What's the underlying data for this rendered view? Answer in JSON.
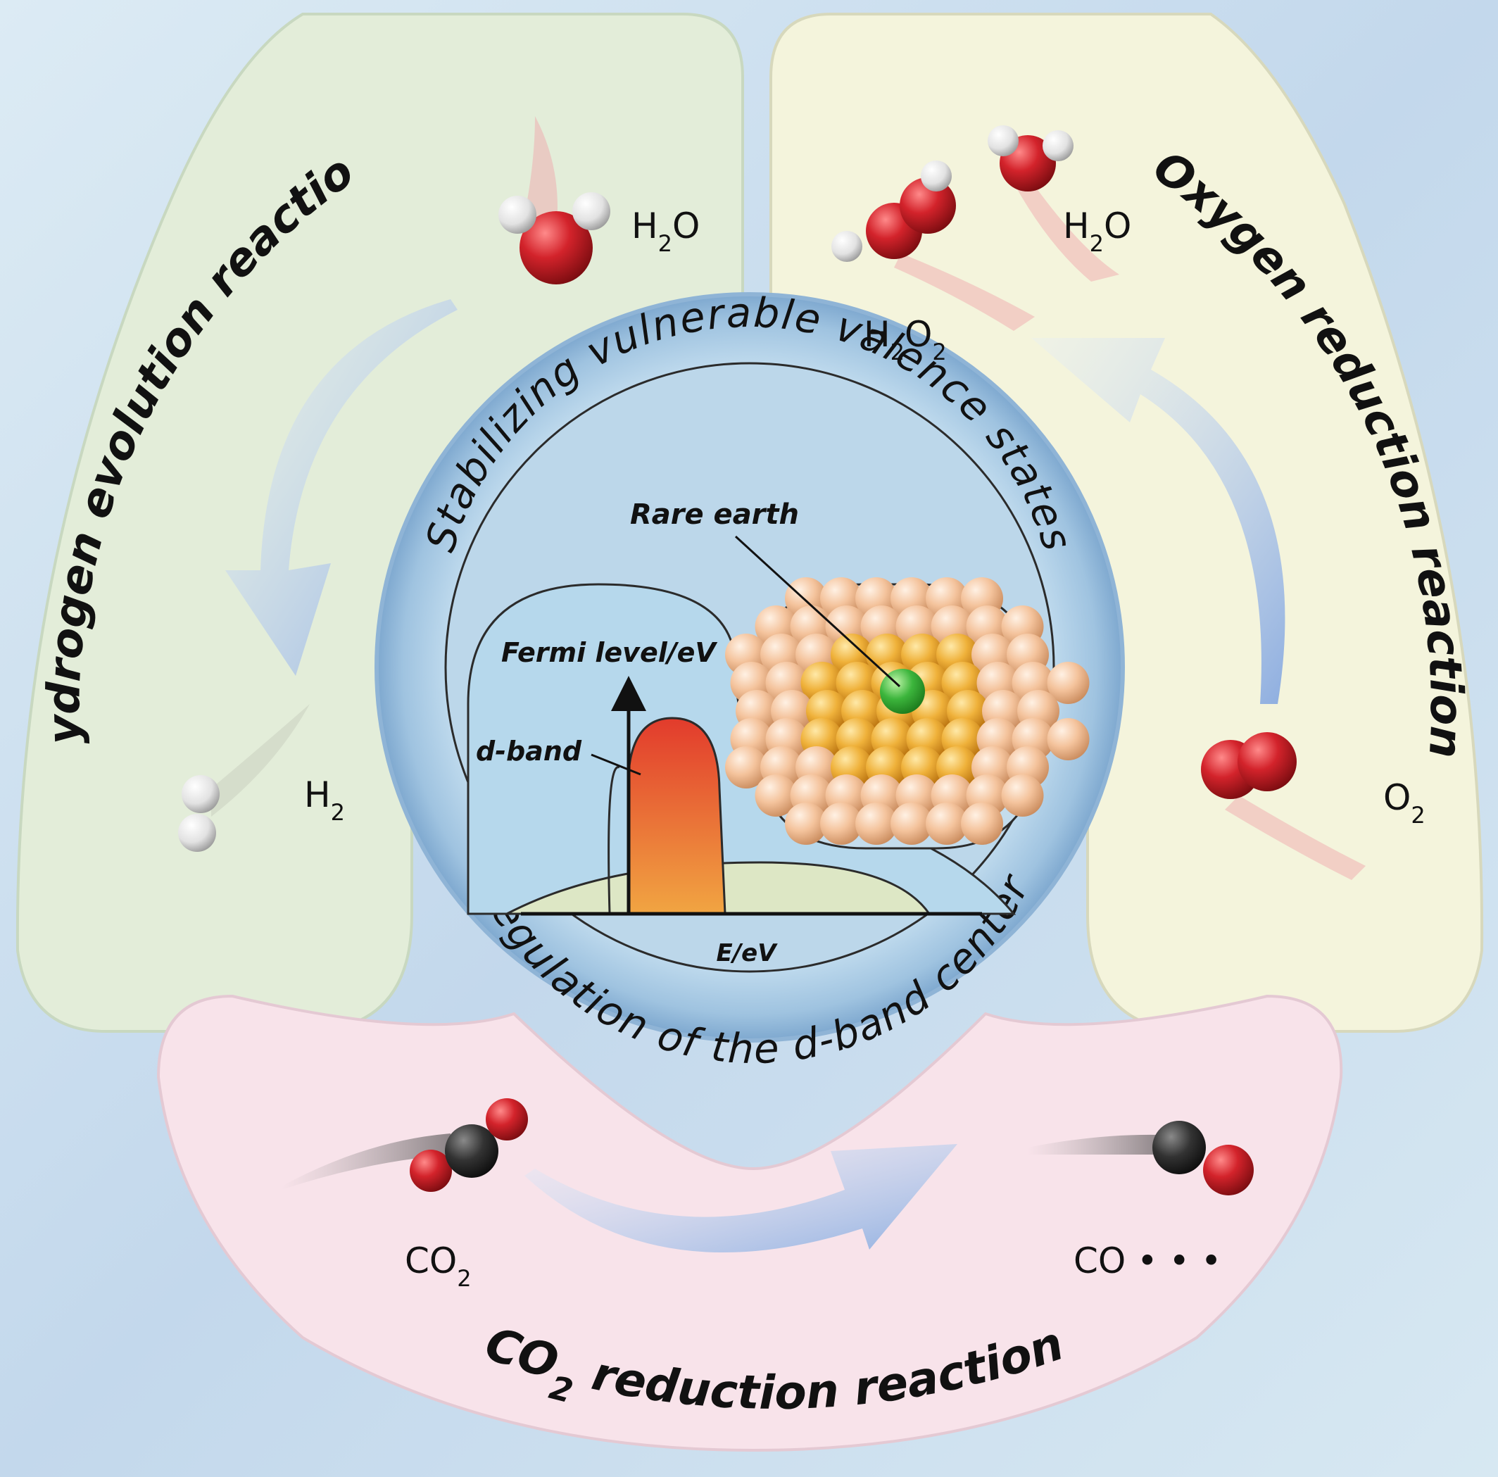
{
  "sections": {
    "her": {
      "title": "Hydrogen evolution reaction",
      "reactant_label": "H",
      "reactant_sub": "2",
      "reactant_tail": "O",
      "product_label": "H",
      "product_sub": "2"
    },
    "orr": {
      "title": "Oxygen reduction reaction",
      "water_label": "H",
      "water_sub": "2",
      "water_tail": "O",
      "peroxide_label": "H",
      "peroxide_sub1": "2",
      "peroxide_mid": "O",
      "peroxide_sub2": "2",
      "oxygen_label": "O",
      "oxygen_sub": "2"
    },
    "co2rr": {
      "title_prefix": "CO",
      "title_sub": "2",
      "title_suffix": " reduction reaction",
      "reactant_label": "CO",
      "reactant_sub": "2",
      "product_label": "CO • • •"
    }
  },
  "center": {
    "top_text": "Stabilizing vulnerable valence states",
    "bottom_text": "Regulation of the d-band center",
    "rare_earth_label": "Rare earth",
    "fermi_label": "Fermi level/eV",
    "dband_label": "d-band",
    "energy_label": "E/eV"
  },
  "colors": {
    "her_panel": "#e3edd9",
    "orr_panel": "#f4f4dc",
    "co2rr_panel": "#f8e3ea",
    "background": "#cfe3f0",
    "arrow": "#9fb8e3",
    "oxygen_atom": "#d3232b",
    "hydrogen_atom": "#e8e8e8",
    "carbon_atom": "#2b2b2b",
    "rare_earth_atom": "#3cb53c",
    "lattice_atom": "#f1b98f",
    "dband_top": "#e23b2c",
    "dband_bottom": "#f1a542"
  }
}
